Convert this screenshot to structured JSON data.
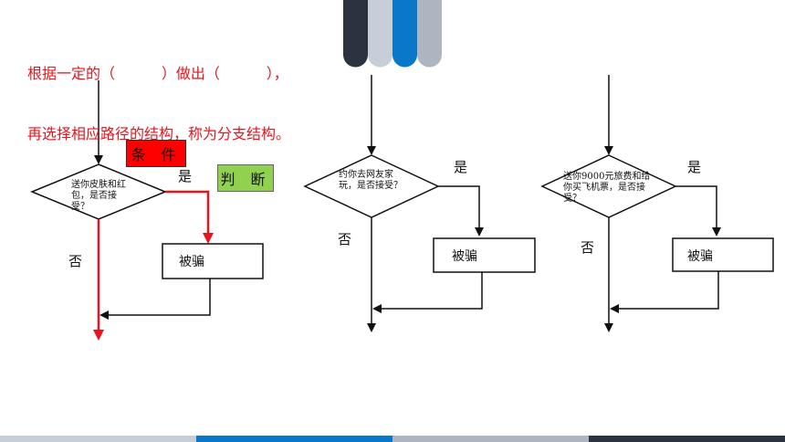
{
  "heading": {
    "line1": "根据一定的（          ）做出（          ），",
    "line2": "再选择相应路径的结构，称为分支结构。"
  },
  "tags": {
    "condition": "条 件",
    "judgment": "判 断"
  },
  "flowcharts": [
    {
      "question": "送你皮肤和红包，是否接受？",
      "yes": "是",
      "no": "否",
      "result": "被骗"
    },
    {
      "question": "约你去网友家玩，是否接受？",
      "yes": "是",
      "no": "否",
      "result": "被骗"
    },
    {
      "question": "送你9000元旅费和给你买飞机票，是否接受？",
      "yes": "是",
      "no": "否",
      "result": "被骗"
    }
  ],
  "colors": {
    "heading_text": "#e8141e",
    "highlight_arrow": "#e8141e",
    "condition_tag": "#ff0000",
    "judgment_tag": "#92d050",
    "deco_dark": "#2d3240",
    "deco_light": "#c8ced8",
    "deco_blue": "#0a78c8",
    "deco_gray": "#aeb4c0"
  }
}
